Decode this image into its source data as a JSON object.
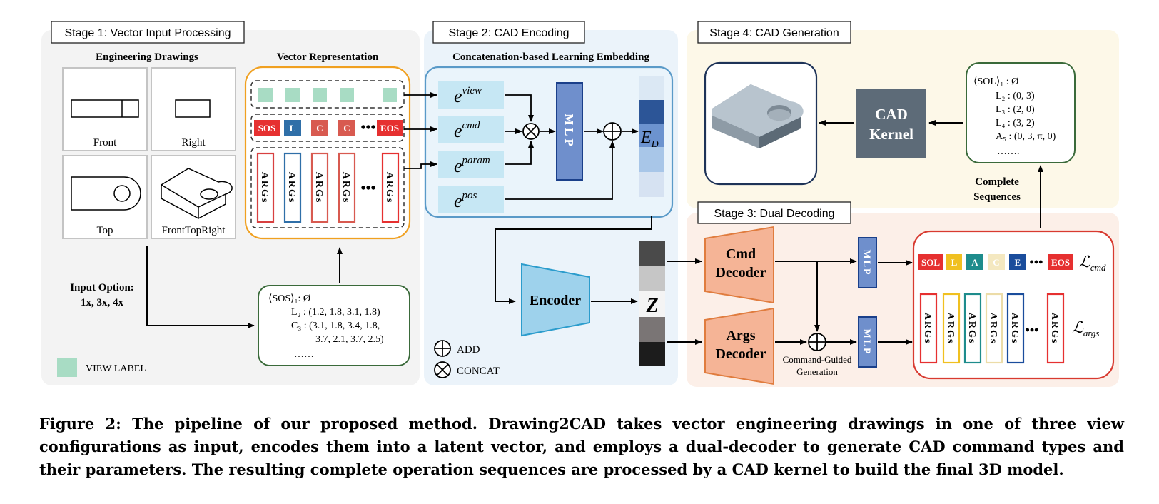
{
  "stage1": {
    "title": "Stage 1: Vector Input Processing",
    "drawings_header": "Engineering Drawings",
    "vector_header": "Vector Representation",
    "views": [
      "Front",
      "Right",
      "Top",
      "FrontTopRight"
    ],
    "input_option_line1": "Input Option:",
    "input_option_line2": "1x, 3x, 4x",
    "view_label": "VIEW LABEL",
    "tokens": [
      "SOS",
      "L",
      "C",
      "C",
      "EOS"
    ],
    "args_label": "ARGs",
    "sequence": {
      "line1": "⟨SOS⟩₁: Ø",
      "line2": "L₂ : (1.2, 1.8, 3.1, 1.8)",
      "line3": "C₃ : (3.1, 1.8, 3.4, 1.8,",
      "line4": "3.7, 2.1, 3.7, 2.5)",
      "line5": "……"
    }
  },
  "stage2": {
    "title": "Stage 2: CAD Encoding",
    "header": "Concatenation-based Learning Embedding",
    "embeddings": [
      {
        "base": "e",
        "sup": "view"
      },
      {
        "base": "e",
        "sup": "cmd"
      },
      {
        "base": "e",
        "sup": "param"
      },
      {
        "base": "e",
        "sup": "pos"
      }
    ],
    "mlp": "MLP",
    "ed_base": "E",
    "ed_sub": "D",
    "encoder": "Encoder",
    "z": "Z",
    "legend_add": "ADD",
    "legend_concat": "CONCAT"
  },
  "stage3": {
    "title": "Stage 3: Dual Decoding",
    "cmd_decoder_line1": "Cmd",
    "cmd_decoder_line2": "Decoder",
    "args_decoder_line1": "Args",
    "args_decoder_line2": "Decoder",
    "mlp": "MLP",
    "guided_line1": "Command-Guided",
    "guided_line2": "Generation",
    "tokens": [
      "SOL",
      "L",
      "A",
      "C",
      "E",
      "EOS"
    ],
    "args_label": "ARGs",
    "loss_cmd_base": "ℒ",
    "loss_cmd_sub": "cmd",
    "loss_args_base": "ℒ",
    "loss_args_sub": "args"
  },
  "stage4": {
    "title": "Stage 4: CAD Generation",
    "kernel_line1": "CAD",
    "kernel_line2": "Kernel",
    "complete_line1": "Complete",
    "complete_line2": "Sequences",
    "sequence": {
      "line1": "⟨SOL⟩₁ : Ø",
      "line2": "L₂ : (0, 3)",
      "line3": "L₃ : (2, 0)",
      "line4": "L₄ : (3, 2)",
      "line5": "A₅ : (0, 3, π, 0)",
      "line6": "……."
    }
  },
  "caption": "Figure 2: The pipeline of our proposed method. Drawing2CAD takes vector engineering drawings in one of three view configurations as input, encodes them into a latent vector, and employs a dual-decoder to generate CAD command types and their parameters. The resulting complete operation sequences are processed by a CAD kernel to build the final 3D model.",
  "colors": {
    "view_label": "#a8dcc4",
    "token_red": "#e63030",
    "token_blue": "#2f6fa8",
    "token_salmon": "#d85a50",
    "token_yellow": "#f0c020",
    "token_teal": "#1e8c8c",
    "token_cream": "#f4e8c0",
    "token_navy": "#1a4d9c",
    "mlp_blue": "#6f8fcc",
    "encoder_blue": "#9ed2ec",
    "decoder_orange": "#f5b496",
    "kernel_gray": "#5d6b78"
  }
}
